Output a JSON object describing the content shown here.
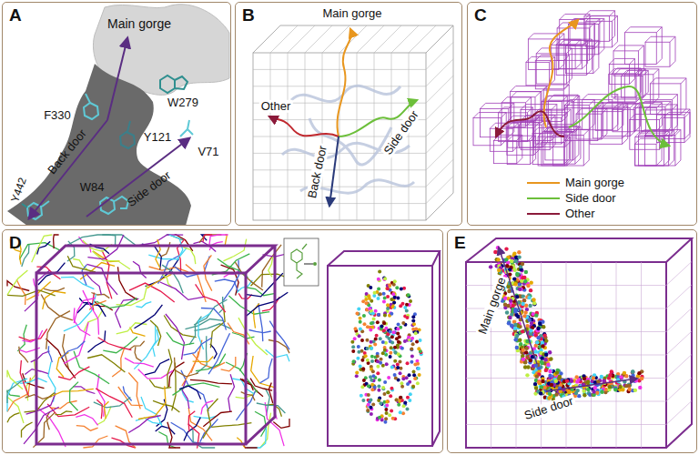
{
  "diagram": {
    "nodes": [
      {
        "text": [
          "A"
        ]
      },
      {
        "text": [
          "B"
        ]
      },
      {
        "text": [
          "C"
        ]
      },
      {
        "text": [
          "D"
        ]
      },
      {
        "text": [
          "E"
        ]
      }
    ],
    "labels": [
      "Main gorge",
      "W279",
      "F330",
      "Y121",
      "V71",
      "Back door",
      "Y442",
      "W84",
      "Side door",
      "Main gorge",
      "Other",
      "Back door",
      "Side door",
      "Main gorge",
      "Side door"
    ],
    "legend": [
      {
        "text": "Main gorge"
      },
      {
        "text": "Side door"
      },
      {
        "text": "Other"
      }
    ]
  }
}
